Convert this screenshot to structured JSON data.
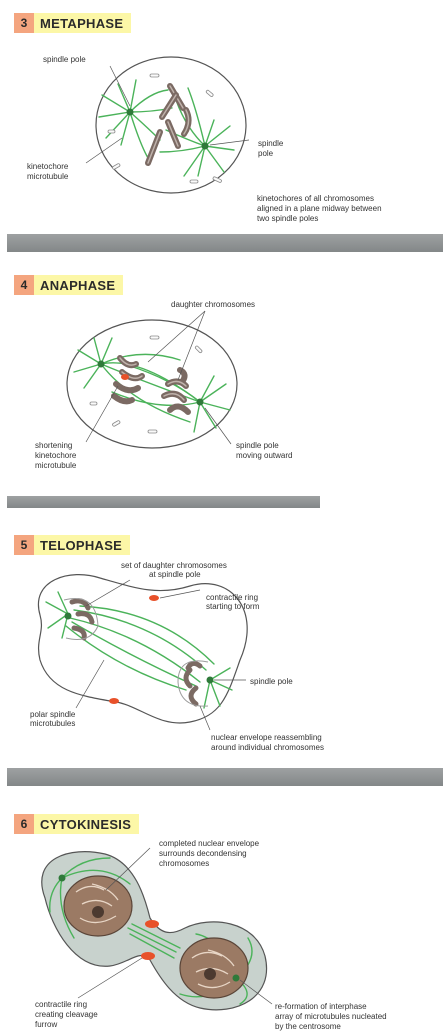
{
  "colors": {
    "number_badge": "#f4a57f",
    "title_highlight": "#fcf7a7",
    "microtubule": "#4bb35a",
    "contractile_ring": "#e8512a",
    "chromosome": "#7b6a63",
    "divider": "#8f9394",
    "cytoplasm": "#c8d2cd"
  },
  "stages": [
    {
      "number": "3",
      "title": "METAPHASE",
      "labels": {
        "spindle_pole_top": "spindle pole",
        "spindle_pole_right": [
          "spindle",
          "pole"
        ],
        "kinetochore": [
          "kinetochore",
          "microtubule"
        ],
        "caption": [
          "kinetochores of all chromosomes",
          "aligned in a plane midway between",
          "two spindle poles"
        ]
      }
    },
    {
      "number": "4",
      "title": "ANAPHASE",
      "labels": {
        "daughter": "daughter chromosomes",
        "shortening": [
          "shortening",
          "kinetochore",
          "microtubule"
        ],
        "spindle_pole": [
          "spindle pole",
          "moving outward"
        ]
      }
    },
    {
      "number": "5",
      "title": "TELOPHASE",
      "labels": {
        "set": [
          "set of daughter chromosomes",
          "at spindle pole"
        ],
        "ring": [
          "contractile ring",
          "starting to form"
        ],
        "spindle_pole": "spindle pole",
        "polar": [
          "polar spindle",
          "microtubules"
        ],
        "envelope": [
          "nuclear envelope reassembling",
          "around individual chromosomes"
        ]
      }
    },
    {
      "number": "6",
      "title": "CYTOKINESIS",
      "labels": {
        "completed": [
          "completed nuclear envelope",
          "surrounds decondensing",
          "chromosomes"
        ],
        "ring": [
          "contractile ring",
          "creating cleavage",
          "furrow"
        ],
        "reformation": [
          "re-formation of interphase",
          "array of microtubules nucleated",
          "by the centrosome"
        ]
      }
    }
  ]
}
